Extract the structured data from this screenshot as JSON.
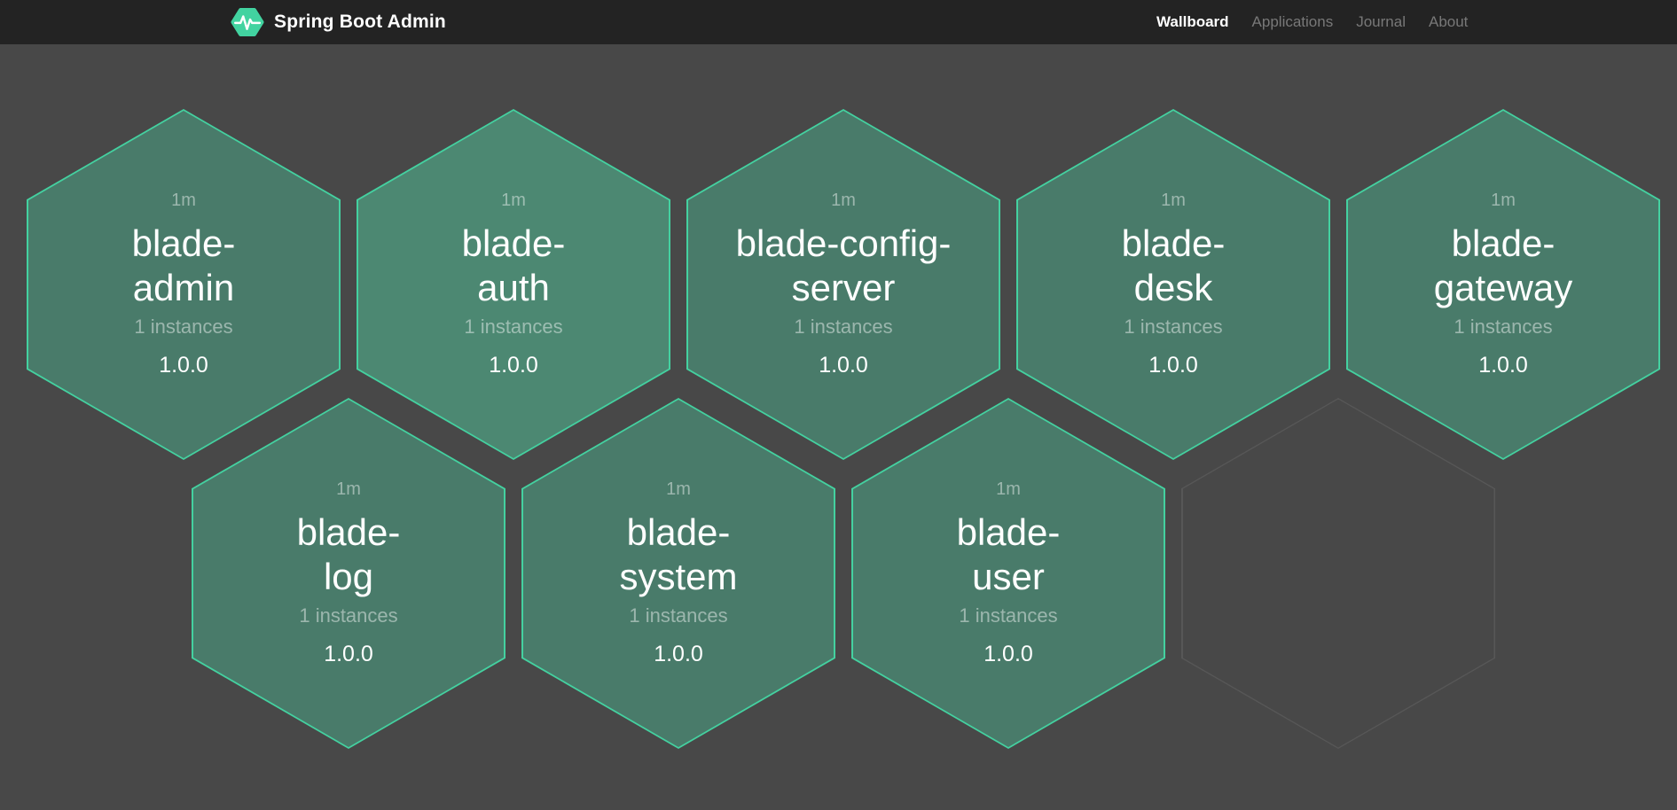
{
  "header": {
    "brand": {
      "title": "Spring Boot Admin"
    },
    "nav": [
      {
        "label": "Wallboard",
        "active": true
      },
      {
        "label": "Applications",
        "active": false
      },
      {
        "label": "Journal",
        "active": false
      },
      {
        "label": "About",
        "active": false
      }
    ]
  },
  "wallboard": {
    "applications": [
      {
        "name": "blade-admin",
        "name_lines": [
          "blade-",
          "admin"
        ],
        "uptime": "1m",
        "instances": "1 instances",
        "version": "1.0.0",
        "row": 0,
        "col": 0
      },
      {
        "name": "blade-auth",
        "name_lines": [
          "blade-",
          "auth"
        ],
        "uptime": "1m",
        "instances": "1 instances",
        "version": "1.0.0",
        "row": 0,
        "col": 1,
        "fill": "#4c8872"
      },
      {
        "name": "blade-config-server",
        "name_lines": [
          "blade-config-",
          "server"
        ],
        "uptime": "1m",
        "instances": "1 instances",
        "version": "1.0.0",
        "row": 0,
        "col": 2
      },
      {
        "name": "blade-desk",
        "name_lines": [
          "blade-",
          "desk"
        ],
        "uptime": "1m",
        "instances": "1 instances",
        "version": "1.0.0",
        "row": 0,
        "col": 3
      },
      {
        "name": "blade-gateway",
        "name_lines": [
          "blade-",
          "gateway"
        ],
        "uptime": "1m",
        "instances": "1 instances",
        "version": "1.0.0",
        "row": 0,
        "col": 4
      },
      {
        "name": "blade-log",
        "name_lines": [
          "blade-",
          "log"
        ],
        "uptime": "1m",
        "instances": "1 instances",
        "version": "1.0.0",
        "row": 1,
        "col": 0
      },
      {
        "name": "blade-system",
        "name_lines": [
          "blade-",
          "system"
        ],
        "uptime": "1m",
        "instances": "1 instances",
        "version": "1.0.0",
        "row": 1,
        "col": 1
      },
      {
        "name": "blade-user",
        "name_lines": [
          "blade-",
          "user"
        ],
        "uptime": "1m",
        "instances": "1 instances",
        "version": "1.0.0",
        "row": 1,
        "col": 2
      }
    ],
    "empty_cells": [
      {
        "row": 1,
        "col": 3
      }
    ]
  },
  "colors": {
    "accent": "#42d3a0",
    "hex_border": "#44d1a0",
    "hex_fill": "#497b6a",
    "hex_fill_bright": "#4c8872",
    "background": "#484848",
    "header_bg": "#232323",
    "nav_inactive": "#787878",
    "ghost_outline": "#575757"
  }
}
